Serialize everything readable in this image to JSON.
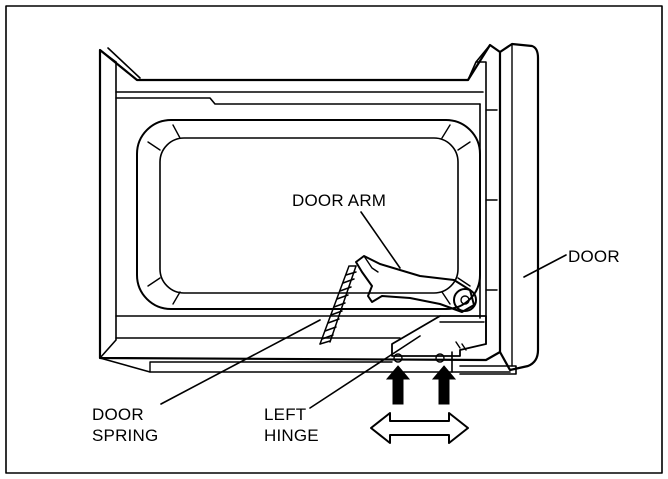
{
  "labels": {
    "door_arm": "DOOR ARM",
    "door": "DOOR",
    "door_spring": {
      "line1": "DOOR",
      "line2": "SPRING"
    },
    "left_hinge": {
      "line1": "LEFT",
      "line2": "HINGE"
    }
  },
  "colors": {
    "ink": "#000000",
    "paper": "#ffffff"
  }
}
